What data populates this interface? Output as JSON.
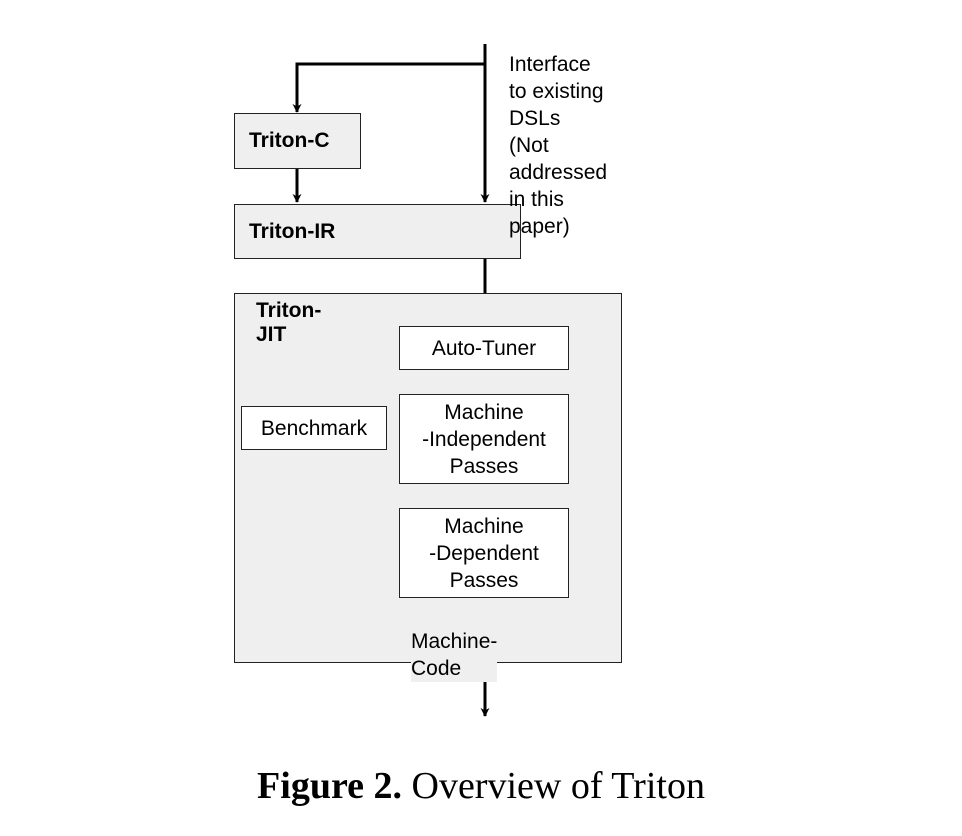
{
  "nodes": {
    "triton_c": "Triton-C",
    "triton_ir": "Triton-IR",
    "triton_jit": "Triton-JIT",
    "auto_tuner": "Auto-Tuner",
    "benchmark": "Benchmark",
    "machine_independent": [
      "Machine",
      "-Independent",
      "Passes"
    ],
    "machine_dependent": [
      "Machine",
      "-Dependent",
      "Passes"
    ],
    "machine_code": "Machine-Code"
  },
  "annotation": [
    "Interface to existing",
    "DSLs",
    "(Not addressed",
    "in this paper)"
  ],
  "caption": {
    "label": "Figure 2.",
    "text": "Overview of Triton"
  },
  "colors": {
    "box_fill": "#efefef",
    "line": "#000000"
  }
}
